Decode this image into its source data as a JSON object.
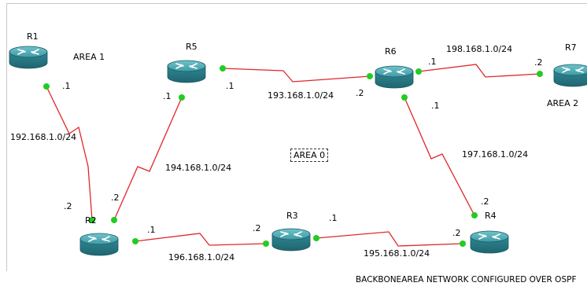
{
  "routers": [
    {
      "id": "R1",
      "label": "R1"
    },
    {
      "id": "R2",
      "label": "R2"
    },
    {
      "id": "R3",
      "label": "R3"
    },
    {
      "id": "R4",
      "label": "R4"
    },
    {
      "id": "R5",
      "label": "R5"
    },
    {
      "id": "R6",
      "label": "R6"
    },
    {
      "id": "R7",
      "label": "R7"
    }
  ],
  "areas": {
    "area1": "AREA 1",
    "area0": "AREA 0",
    "area2": "AREA 2"
  },
  "links": [
    {
      "from": "R1",
      "to": "R2",
      "network": "192.168.1.0/24",
      "from_if": ".1",
      "to_if": ".2"
    },
    {
      "from": "R2",
      "to": "R5",
      "network": "194.168.1.0/24",
      "from_if": ".2",
      "to_if": ".1"
    },
    {
      "from": "R5",
      "to": "R6",
      "network": "193.168.1.0/24",
      "from_if": ".1",
      "to_if": ".2"
    },
    {
      "from": "R6",
      "to": "R7",
      "network": "198.168.1.0/24",
      "from_if": ".1",
      "to_if": ".2"
    },
    {
      "from": "R6",
      "to": "R4",
      "network": "197.168.1.0/24",
      "from_if": ".1",
      "to_if": ".2"
    },
    {
      "from": "R2",
      "to": "R3",
      "network": "196.168.1.0/24",
      "from_if": ".1",
      "to_if": ".2"
    },
    {
      "from": "R3",
      "to": "R4",
      "network": "195.168.1.0/24",
      "from_if": ".1",
      "to_if": ".2"
    }
  ],
  "caption": "BACKBONEAREA NETWORK CONFIGURED OVER OSPF",
  "colors": {
    "link": "#e0262b",
    "port": "#22cc22",
    "router_top": "#4aa5ae",
    "router_side": "#2c7f8a"
  }
}
